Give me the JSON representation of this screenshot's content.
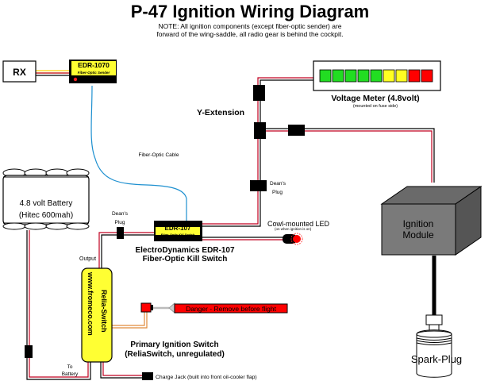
{
  "title": "P-47 Ignition Wiring Diagram",
  "note": [
    "NOTE: All ignition components (except fiber-optic sender) are",
    "forward of the wing-saddle, all radio gear is behind the cockpit."
  ],
  "components": {
    "rx": {
      "label": "RX"
    },
    "edr1070": {
      "model": "EDR-1070",
      "subtitle": "Fiber-Optic Sender"
    },
    "fiber_cable": {
      "label": "Fiber-Optic Cable"
    },
    "voltage_meter": {
      "label": "Voltage Meter (4.8volt)",
      "sublabel": "(mounted on fuse side)",
      "segments": [
        "green",
        "green",
        "green",
        "green",
        "green",
        "yellow",
        "yellow",
        "red",
        "red"
      ],
      "colors": {
        "green": "#22dd22",
        "yellow": "#ffff22",
        "red": "#ff0000"
      }
    },
    "y_extension": {
      "label": "Y-Extension"
    },
    "deans_plug_right": {
      "label_line1": "Dean's",
      "label_line2": "Plug"
    },
    "deans_plug_left": {
      "label_line1": "Dean's",
      "label_line2": "Plug"
    },
    "battery": {
      "line1": "4.8 volt Battery",
      "line2": "(Hitec 600mah)"
    },
    "edr107": {
      "model": "EDR-107",
      "subtitle": "Fiber-Optic Kill Switch",
      "caption_line1": "ElectroDynamics EDR-107",
      "caption_line2": "Fiber-Optic Kill Switch"
    },
    "led": {
      "label": "Cowl-mounted LED",
      "sublabel": "(on when ignition is on)"
    },
    "ignition_module": {
      "line1": "Ignition",
      "line2": "Module"
    },
    "spark_plug": {
      "label": "Spark-Plug"
    },
    "relia_switch": {
      "brand": "Relia-Switch",
      "url": "www.fromeco.com",
      "output_label": "Output",
      "to_battery_line1": "To",
      "to_battery_line2": "Battery",
      "caption_line1": "Primary Ignition Switch",
      "caption_line2": "(ReliaSwitch, unregulated)"
    },
    "danger_flag": {
      "label": "Danger - Remove before flight"
    },
    "charge_jack": {
      "label": "Charge Jack (built into front oil-cooler flap)"
    }
  }
}
